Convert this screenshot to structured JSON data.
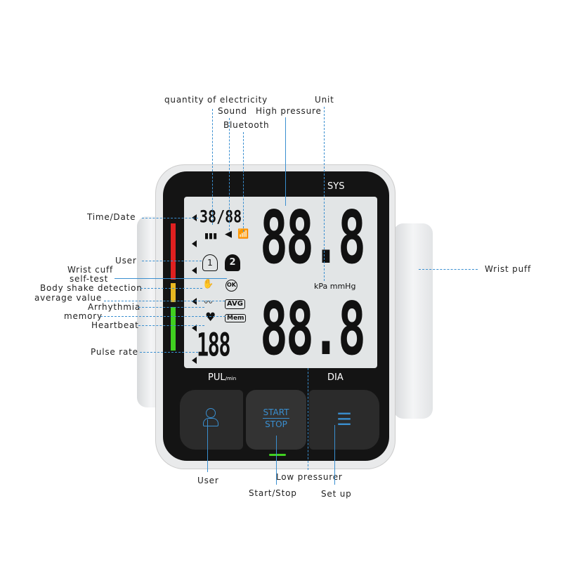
{
  "labels": {
    "electricity": "quantity of electricity",
    "sound": "Sound",
    "bluetooth": "Bluetooth",
    "high_pressure": "High pressure",
    "unit": "Unit",
    "time_date": "Time/Date",
    "user": "User",
    "wrist_cuff": "Wrist cuff",
    "self_test": "self-test",
    "body_shake": "Body shake detection",
    "average": "average value",
    "arrhythmia": "Arrhythmia",
    "memory": "memory",
    "heartbeat": "Heartbeat",
    "pulse_rate": "Pulse rate",
    "wrist_puff": "Wrist puff",
    "user_bottom": "User",
    "low_pressure": "Low pressurer",
    "start_stop": "Start/Stop",
    "set_up": "Set up"
  },
  "device": {
    "sys": "SYS",
    "dia": "DIA",
    "pul": "PUL",
    "per_min": "/min",
    "time_digits": "38/88",
    "sys_digits": "88.8",
    "dia_digits": "88.8",
    "pulse_digits": "188",
    "unit_text": "kPa mmHg",
    "avg": "AVG",
    "mem": "Mem",
    "ok": "OK",
    "user2": "2",
    "user1": "1",
    "start": "START",
    "stop": "STOP"
  },
  "colors": {
    "accent": "#3a8fd0",
    "red": "#e02020",
    "yellow": "#e8b820",
    "green": "#40d020"
  }
}
